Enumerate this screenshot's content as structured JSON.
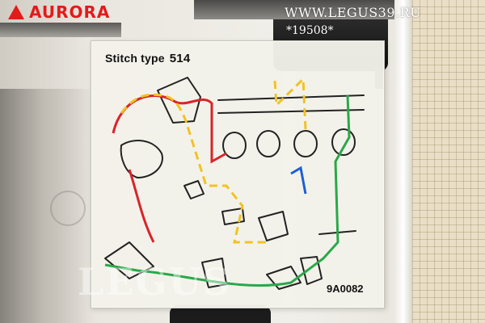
{
  "logo": {
    "brand": "AURORA",
    "color": "#e21b1b"
  },
  "watermark": {
    "site": "WWW.LEGUS39.RU",
    "item_code": "*19508*",
    "brand_overlay": "LEGUS"
  },
  "sticker": {
    "title": "Stitch type",
    "stitch_number": "514",
    "part_code": "9A0082"
  },
  "thread_colors": {
    "red": "#d9242a",
    "yellow": "#f2c224",
    "green": "#2aa84a",
    "blue": "#1c5fd6"
  }
}
